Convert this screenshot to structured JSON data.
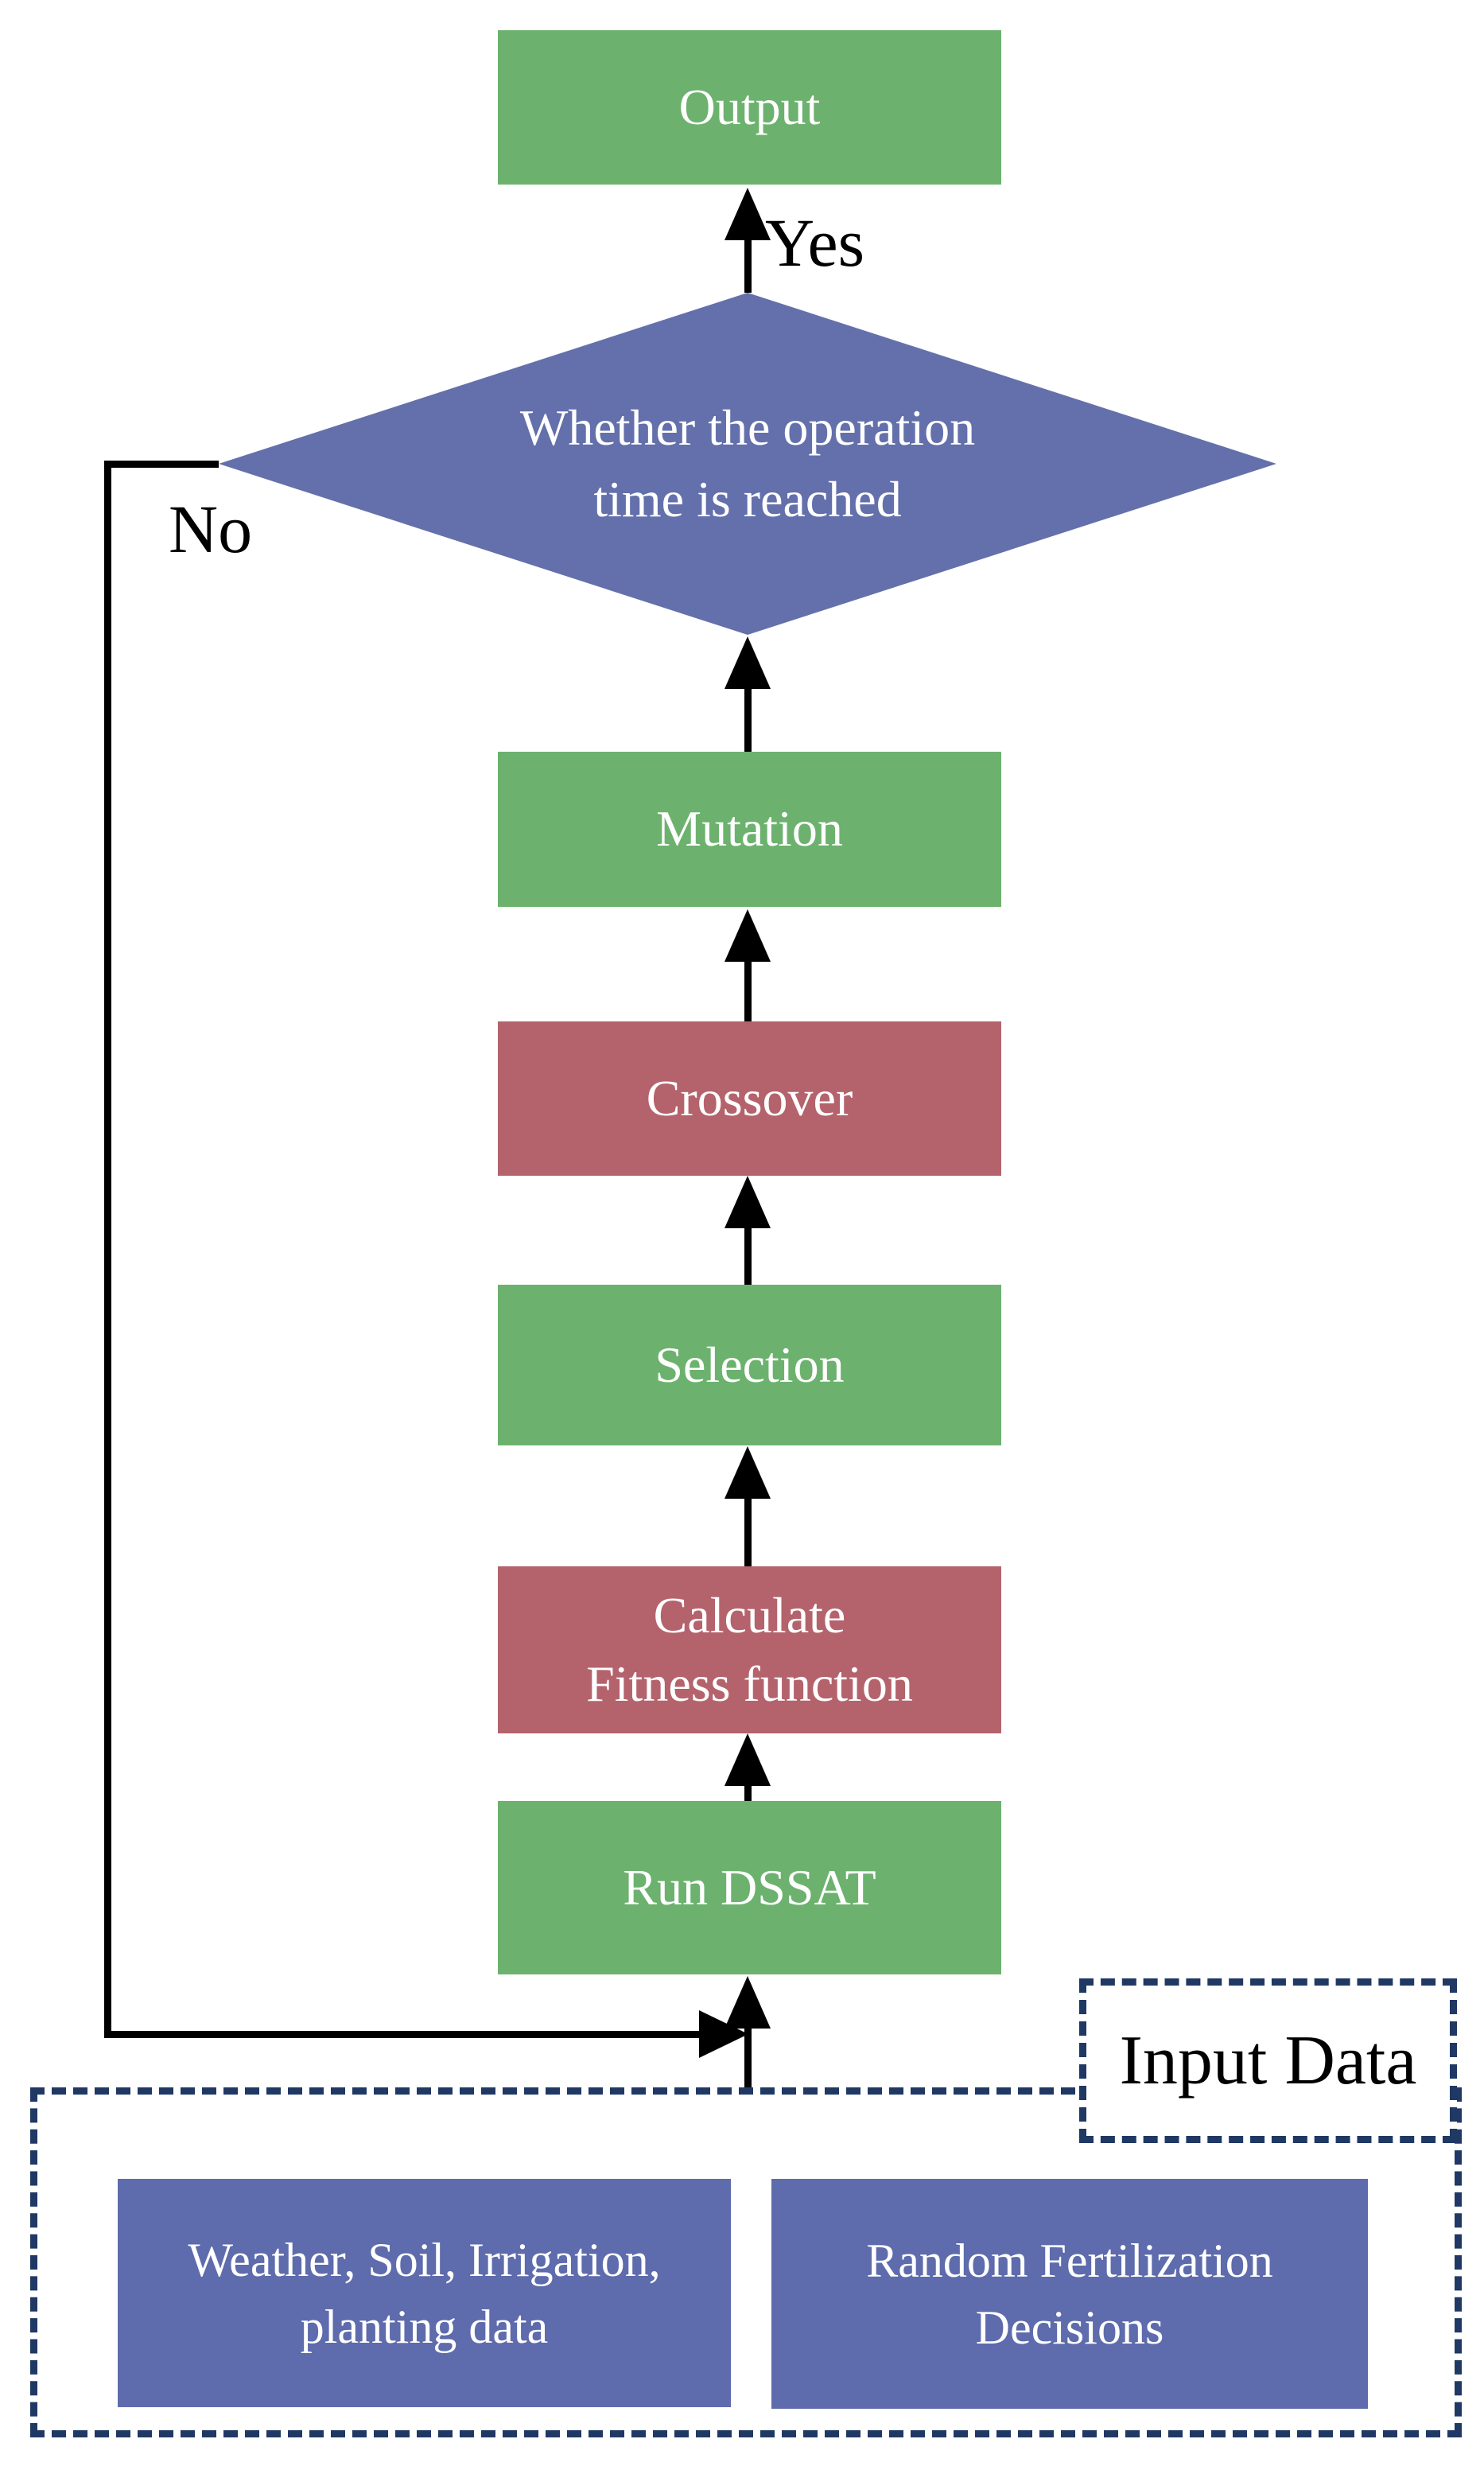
{
  "colors": {
    "process_green": "#6CB26E",
    "process_red": "#B4636C",
    "decision_blue": "#6470AB",
    "input_blue": "#5E6BAC",
    "dashed_navy": "#1F3864",
    "connector_black": "#000000",
    "node_text_white": "#FFFFFF",
    "label_text_black": "#000000"
  },
  "nodes": {
    "output": {
      "label": "Output"
    },
    "decision": {
      "line1": "Whether the operation",
      "line2": "time is reached"
    },
    "mutation": {
      "label": "Mutation"
    },
    "crossover": {
      "label": "Crossover"
    },
    "selection": {
      "label": "Selection"
    },
    "fitness": {
      "line1": "Calculate",
      "line2": "Fitness function"
    },
    "run_dssat": {
      "label": "Run DSSAT"
    },
    "weather": {
      "line1": "Weather, Soil, Irrigation,",
      "line2": "planting data"
    },
    "random": {
      "line1": "Random Fertilization",
      "line2": "Decisions"
    }
  },
  "edges": {
    "yes_label": "Yes",
    "no_label": "No"
  },
  "groups": {
    "input_data_label": "Input Data"
  }
}
